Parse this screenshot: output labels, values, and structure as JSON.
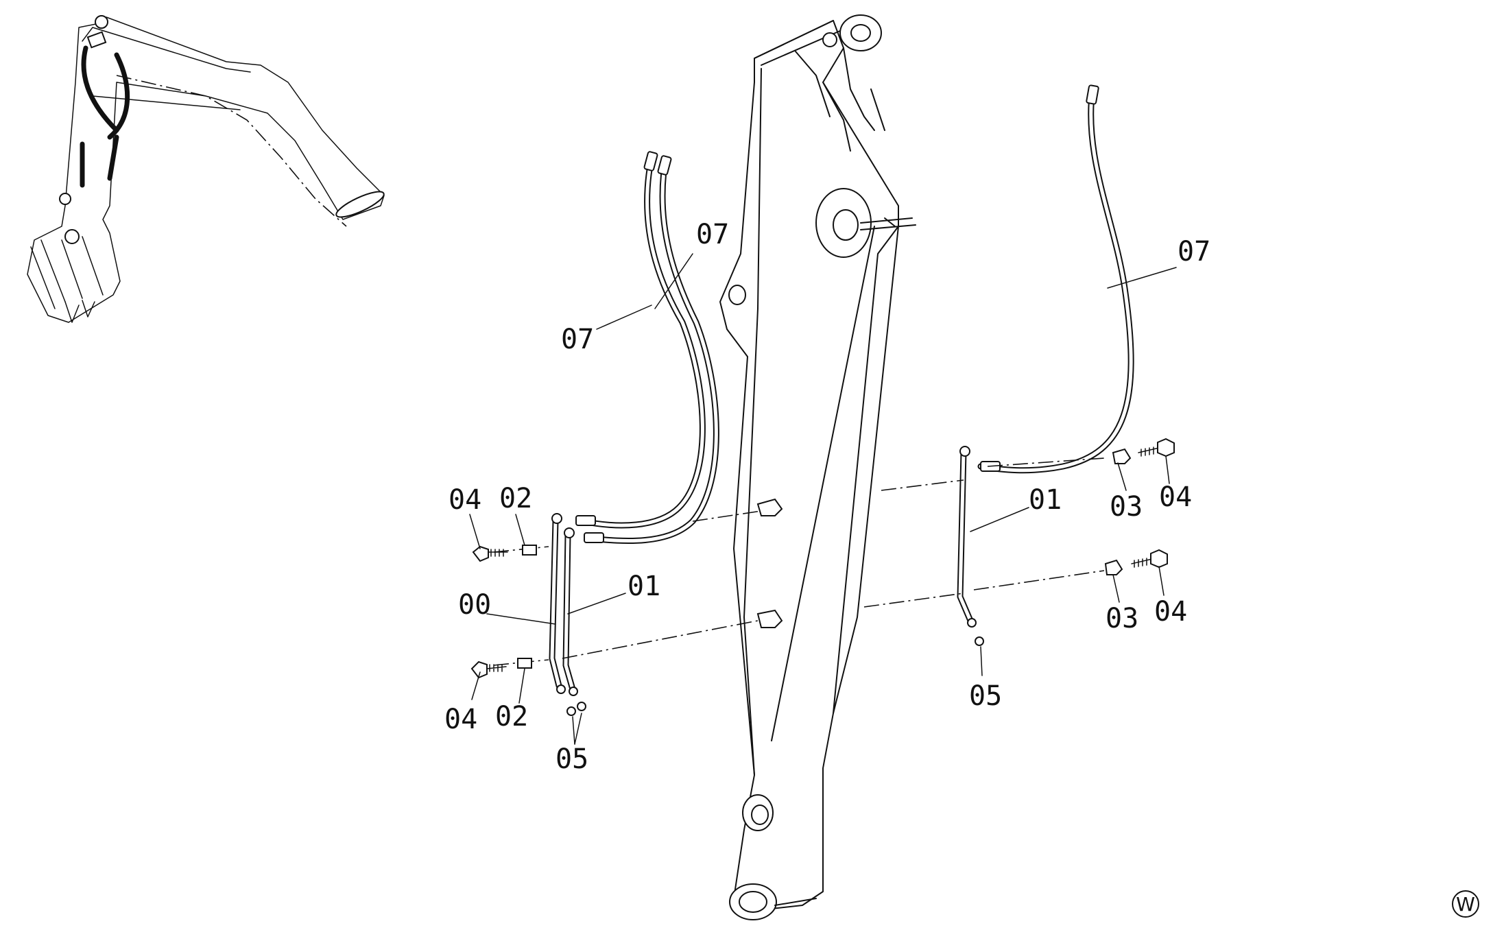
{
  "labels": {
    "p07_a": "07",
    "p07_b": "07",
    "p07_c": "07",
    "p04_a": "04",
    "p02_a": "02",
    "p00": "00",
    "p01_a": "01",
    "p04_b": "04",
    "p02_b": "02",
    "p05_a": "05",
    "p01_b": "01",
    "p03_a": "03",
    "p04_c": "04",
    "p03_b": "03",
    "p04_d": "04",
    "p05_b": "05",
    "mark": "W"
  }
}
